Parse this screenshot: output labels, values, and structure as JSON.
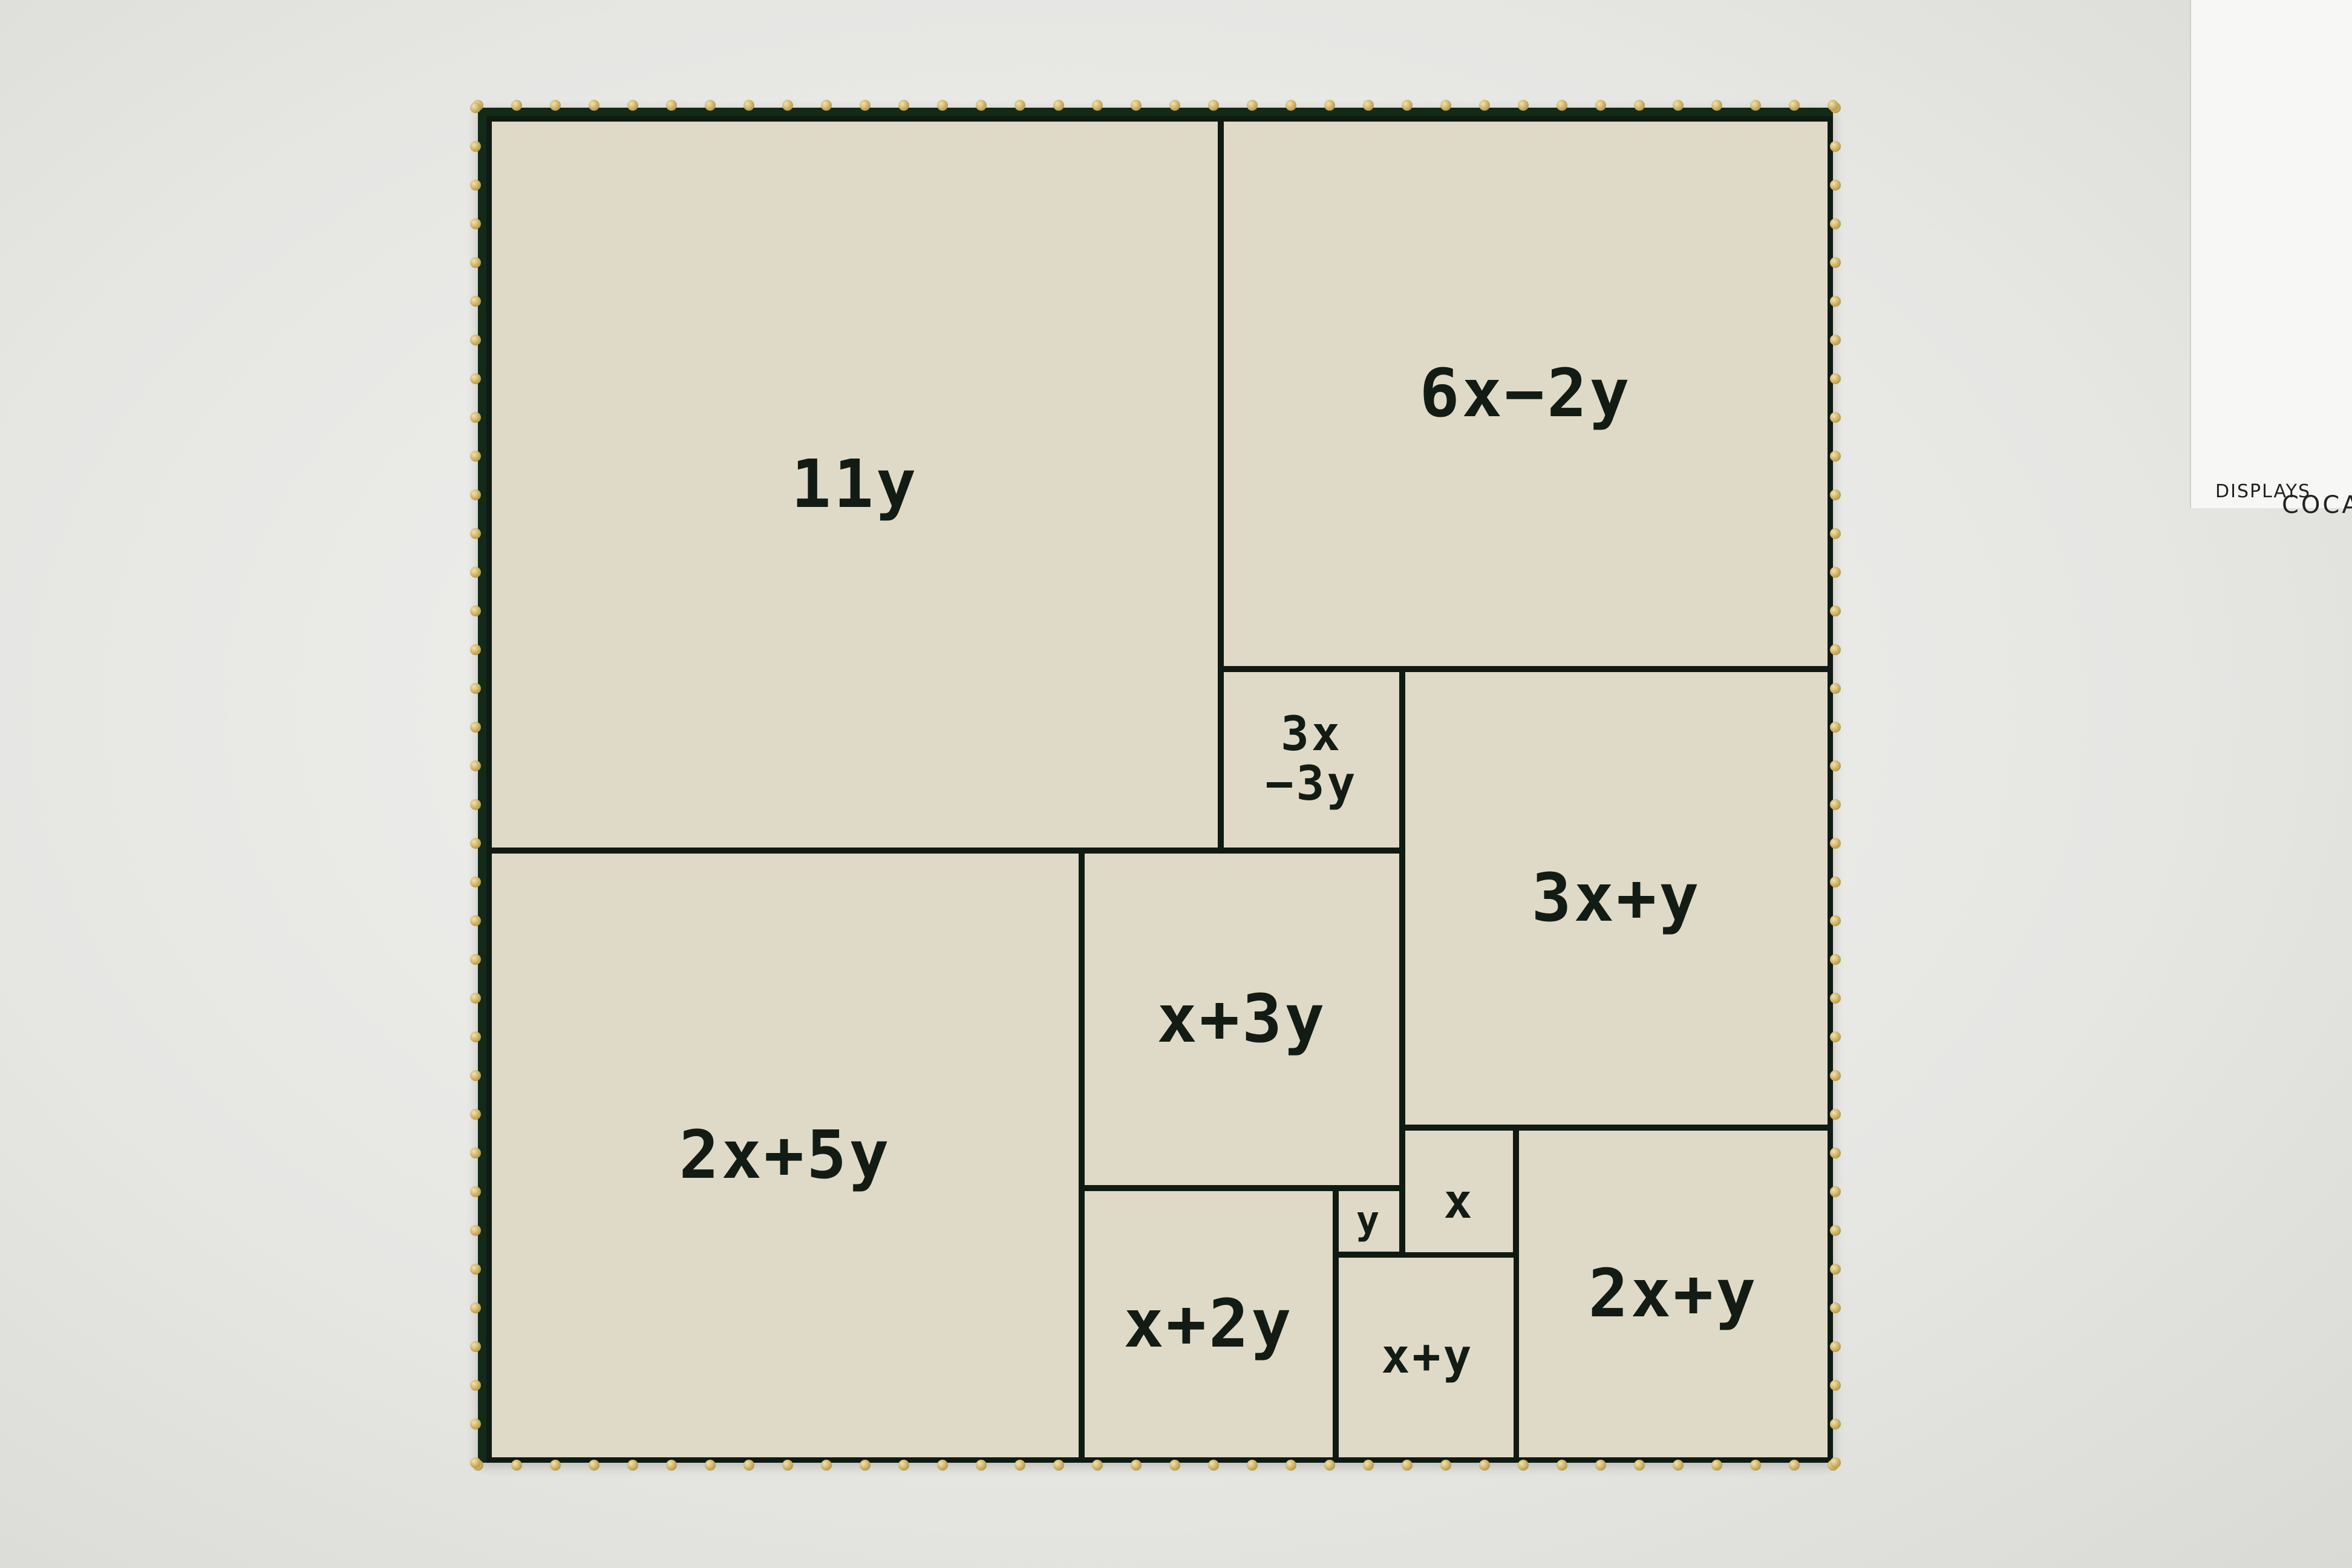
{
  "scene": {
    "description_colors": {
      "wall": "#e9e9e7",
      "knit": "#ddd8c4",
      "yarn": "#0f1a12",
      "studs": "#b89a4a"
    }
  },
  "poster": {
    "logo_text": "DISPLAYS",
    "logo_text_2": "COCA"
  },
  "tiles": [
    {
      "id": "11y",
      "label": "11y"
    },
    {
      "id": "6x-2y",
      "label": "6x−2y"
    },
    {
      "id": "3x-3y",
      "label": "3x\n−3y"
    },
    {
      "id": "3x+y",
      "label": "3x+y"
    },
    {
      "id": "2x+5y",
      "label": "2x+5y"
    },
    {
      "id": "x+3y",
      "label": "x+3y"
    },
    {
      "id": "x",
      "label": "x"
    },
    {
      "id": "y",
      "label": "y"
    },
    {
      "id": "x+2y",
      "label": "x+2y"
    },
    {
      "id": "x+y",
      "label": "x+y"
    },
    {
      "id": "2x+y",
      "label": "2x+y"
    }
  ]
}
